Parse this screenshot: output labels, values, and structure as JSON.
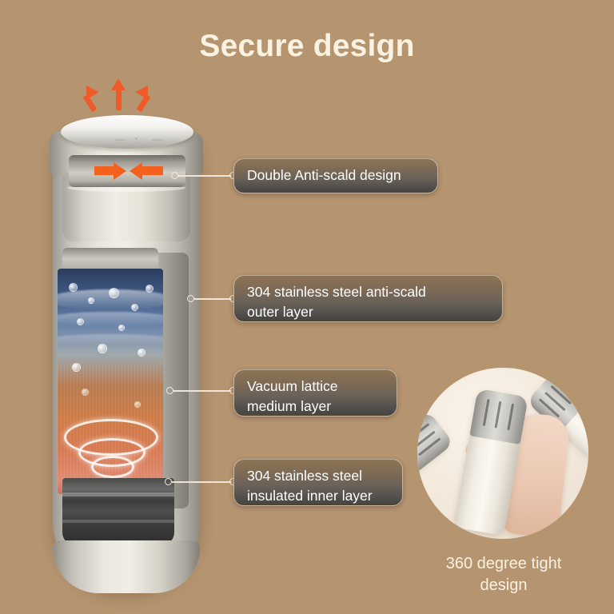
{
  "background_color": "#b59470",
  "header": {
    "title": "Secure design",
    "title_color": "#fbf2e2"
  },
  "product": {
    "name": "insulated-thermos-bottle-cutaway",
    "arrows": {
      "steam_arrows_icon": "arrow-up-icon",
      "steam_arrow_count": 3,
      "anti_scald_arrows_icon": "arrow-outward-icon",
      "anti_scald_arrow_count": 2,
      "arrow_color": "#f4611f"
    },
    "interior": {
      "water_zone_label": "water",
      "heat_zone_label": "heat",
      "water_color": "#3f5a86",
      "heat_color": "#d2783f"
    }
  },
  "callouts": [
    {
      "id": "double-anti-scald",
      "text": "Double Anti-scald design",
      "lines": 1
    },
    {
      "id": "outer-layer",
      "text": "304 stainless steel anti-scald\nouter layer",
      "lines": 2
    },
    {
      "id": "medium-layer",
      "text": "Vacuum lattice\nmedium layer",
      "lines": 2
    },
    {
      "id": "inner-layer",
      "text": "304 stainless steel\ninsulated inner layer",
      "lines": 2
    }
  ],
  "inset": {
    "caption": "360 degree tight\ndesign",
    "caption_color": "#faf1e3",
    "image_description": "hand-holding-thermos-bottles-photo",
    "circle_background": "#f5ece0"
  },
  "theme": {
    "callout_text_color": "#ffffff",
    "callout_border_color": "#e8d6ba",
    "connector_color": "#f6ecde"
  }
}
